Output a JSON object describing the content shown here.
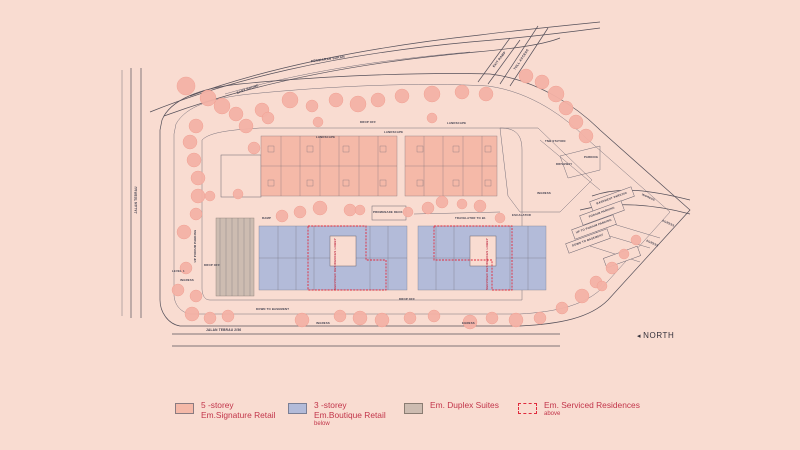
{
  "map": {
    "roads": {
      "jalan_tebrau_left": "JALAN TEBRAU",
      "jalan_tebrau_bottom": "JALAN TEBRAU 2/56",
      "persiaran_sukan": "PERSIARAN SUKAN",
      "east_bound": "EAST BOUND",
      "exit_ramp": "EXIT RAMP",
      "toll_access": "TOLL ACCESS"
    },
    "labels": {
      "drop_off_top": "DROP OFF",
      "landscape_1": "LANDSCAPE",
      "landscape_2": "LANDSCAPE",
      "landscape_3": "LANDSCAPE",
      "tnb_station": "TNB STATION",
      "parking": "PARKING",
      "ingress_right": "INGRESS",
      "ramp": "RAMP",
      "promenade": "PROMENADE DECK",
      "travelator": "TRAVELATOR TO B1",
      "escalator": "ESCALATOR",
      "drop_off_mid": "DROP OFF",
      "drop_off_left": "DROP OFF",
      "level_1": "LEVEL 1",
      "ingress_left": "INGRESS",
      "driveway": "DRIVEWAY",
      "down_basement": "DOWN TO BASEMENT",
      "ingress_bottom": "INGRESS",
      "egress_bottom": "EGRESS",
      "up_podium": "UP PODIUM PARKING",
      "lobby_1": "SERVICED RESIDENCES LOBBY",
      "lobby_2": "SERVICED RESIDENCES LOBBY",
      "r1": "BASEMENT PARKING",
      "r2": "PODIUM PARKING",
      "r3": "UP TO PODIUM PARKING",
      "r4": "DOWN TO BASEMENT",
      "r5": "INGRESS",
      "r6": "EGRESS",
      "r7": "EGRESS"
    },
    "north": "NORTH",
    "north_arrow": "◂"
  },
  "legend": [
    {
      "id": "signature",
      "line1": "5 -storey",
      "line2": "Em.Signature Retail",
      "note": "",
      "swatch": "#f5b9a8",
      "style": "solid"
    },
    {
      "id": "boutique",
      "line1": "3 -storey",
      "line2": "Em.Boutique Retail",
      "note": "below",
      "swatch": "#b3bbd9",
      "style": "solid"
    },
    {
      "id": "duplex",
      "line1": "Em. Duplex Suites",
      "line2": "",
      "note": "",
      "swatch": "#cdbcb1",
      "style": "solid"
    },
    {
      "id": "residences",
      "line1": "Em. Serviced Residences",
      "line2": "",
      "note": "above",
      "swatch": "#e02a3c",
      "style": "dashed"
    }
  ],
  "colors": {
    "background": "#f9dcd1",
    "signature_retail": "#f5b9a8",
    "boutique_retail": "#b3bbd9",
    "duplex_suites": "#cdbcb1",
    "serviced_residences": "#e02a3c",
    "trees": "#f4b2a6",
    "legend_text": "#c2354a"
  }
}
